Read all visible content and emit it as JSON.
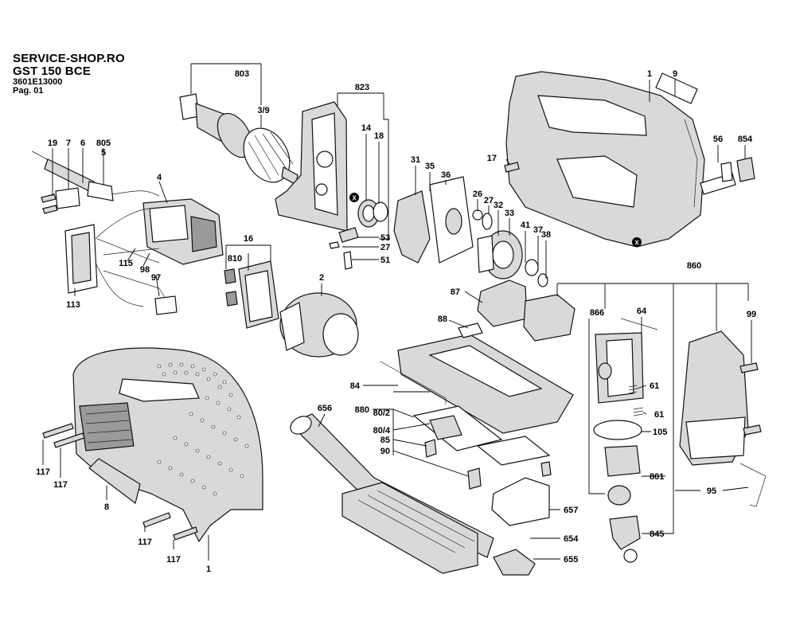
{
  "header": {
    "shop": "SERVICE-SHOP.RO",
    "model": "GST 150 BCE",
    "part_number": "3601E13000",
    "page": "Pag. 01"
  },
  "labels": {
    "l803": "803",
    "l39": "3/9",
    "l823": "823",
    "l14": "14",
    "l18": "18",
    "l1_top": "1",
    "l9": "9",
    "l19": "19",
    "l7": "7",
    "l6": "6",
    "l805": "805",
    "l5": "5",
    "l4": "4",
    "l31": "31",
    "l35": "35",
    "l36": "36",
    "l26": "26",
    "l27a": "27",
    "l32": "32",
    "l33": "33",
    "l17": "17",
    "l56": "56",
    "l854": "854",
    "l53": "53",
    "l27b": "27",
    "l51": "51",
    "l41": "41",
    "l37": "37",
    "l38": "38",
    "l16": "16",
    "l810": "810",
    "l115": "115",
    "l98": "98",
    "l97": "97",
    "l113": "113",
    "l2": "2",
    "l87": "87",
    "l860": "860",
    "l866": "866",
    "l64": "64",
    "l99": "99",
    "l88": "88",
    "l84": "84",
    "l656": "656",
    "l880": "880",
    "l802": "80/2",
    "l804": "80/4",
    "l85": "85",
    "l90": "90",
    "l61a": "61",
    "l61b": "61",
    "l105": "105",
    "l801": "801",
    "l95": "95",
    "l657": "657",
    "l654": "654",
    "l655": "655",
    "l845": "845",
    "l117a": "117",
    "l117b": "117",
    "l8": "8",
    "l117c": "117",
    "l117d": "117",
    "l1_bottom": "1",
    "x1": "X",
    "x2": "X"
  }
}
